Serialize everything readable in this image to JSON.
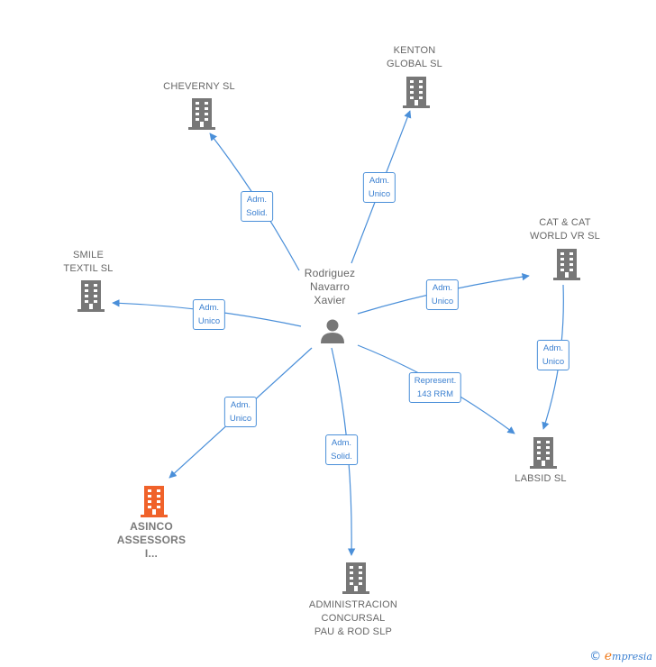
{
  "center": {
    "label": "Rodriguez\nNavarro\nXavier"
  },
  "companies": [
    {
      "id": "cheverny",
      "label": "CHEVERNY  SL",
      "highlight": false
    },
    {
      "id": "kenton",
      "label": "KENTON\nGLOBAL SL",
      "highlight": false
    },
    {
      "id": "catcat",
      "label": "CAT & CAT\nWORLD VR  SL",
      "highlight": false
    },
    {
      "id": "smile",
      "label": "SMILE\nTEXTIL SL",
      "highlight": false
    },
    {
      "id": "labsid",
      "label": "LABSID SL",
      "highlight": false
    },
    {
      "id": "asinco",
      "label": "ASINCO\nASSESSORS\nI...",
      "highlight": true
    },
    {
      "id": "admin",
      "label": "ADMINISTRACION\nCONCURSAL\nPAU & ROD SLP",
      "highlight": false
    }
  ],
  "relations": [
    {
      "from": "center",
      "to": "cheverny",
      "label": "Adm.\nSolid."
    },
    {
      "from": "center",
      "to": "kenton",
      "label": "Adm.\nUnico"
    },
    {
      "from": "center",
      "to": "catcat",
      "label": "Adm.\nUnico"
    },
    {
      "from": "center",
      "to": "smile",
      "label": "Adm.\nUnico"
    },
    {
      "from": "center",
      "to": "labsid",
      "label": "Represent.\n143 RRM"
    },
    {
      "from": "catcat",
      "to": "labsid",
      "label": "Adm.\nUnico"
    },
    {
      "from": "center",
      "to": "asinco",
      "label": "Adm.\nUnico"
    },
    {
      "from": "center",
      "to": "admin",
      "label": "Adm.\nSolid."
    }
  ],
  "colors": {
    "edge": "#4a8fd9",
    "building": "#777777",
    "building_highlight": "#f0622a",
    "person": "#777777"
  },
  "footer": {
    "copyright": "©",
    "brand_initial": "e",
    "brand_rest": "mpresia"
  }
}
